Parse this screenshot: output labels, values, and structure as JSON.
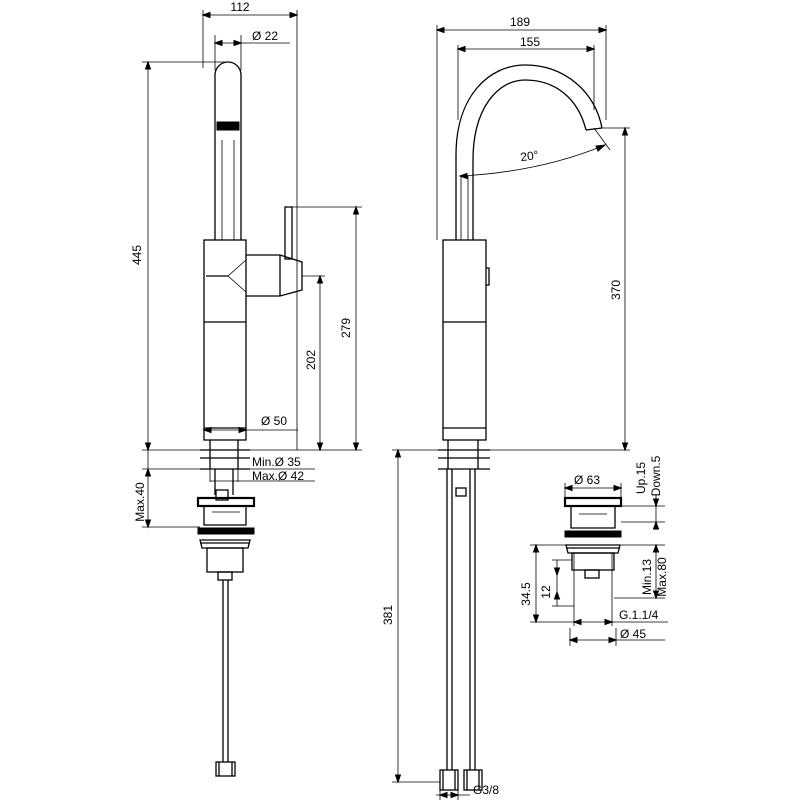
{
  "labels": {
    "d112": "112",
    "d22": "Ø 22",
    "d445": "445",
    "d279": "279",
    "d202": "202",
    "d50": "Ø 50",
    "min35": "Min.Ø 35",
    "max42": "Max.Ø 42",
    "max40": "Max.40",
    "d189": "189",
    "d155": "155",
    "a20": "20°",
    "d370": "370",
    "d381": "381",
    "g38": "G3/8",
    "d63": "Ø 63",
    "up15": "Up.15",
    "down5": "Down.5",
    "min13": "Min.13",
    "max80": "Max.80",
    "d345": "34.5",
    "d12": "12",
    "g114": "G.1.1/4",
    "d45": "Ø 45"
  }
}
